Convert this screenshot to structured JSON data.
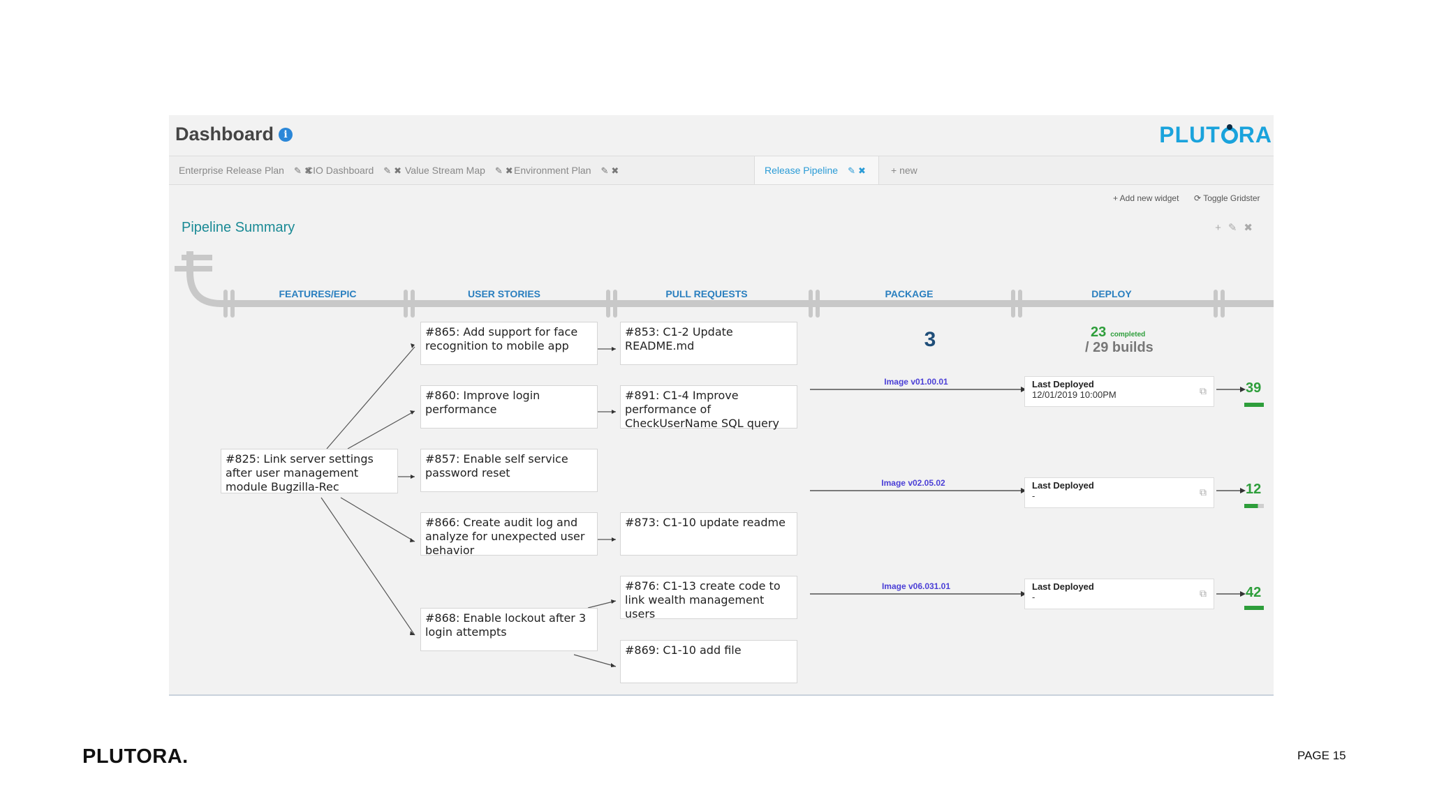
{
  "header": {
    "title": "Dashboard",
    "info_icon": "info-icon",
    "logo": "PLUTORA"
  },
  "tabs": [
    {
      "label": "Enterprise Release Plan",
      "active": false
    },
    {
      "label": "CIO Dashboard",
      "active": false
    },
    {
      "label": "Value Stream Map",
      "active": false
    },
    {
      "label": "Environment Plan",
      "active": false
    },
    {
      "label": "Release Pipeline",
      "active": true
    },
    {
      "label": "+ new",
      "active": false
    }
  ],
  "toolbar": {
    "add_widget": "+ Add new widget",
    "toggle_gridster": "Toggle Gridster"
  },
  "widget": {
    "title": "Pipeline Summary",
    "stages": [
      "FEATURES/EPIC",
      "USER STORIES",
      "PULL REQUESTS",
      "PACKAGE",
      "DEPLOY"
    ],
    "feature": "#825: Link server settings after user management module Bugzilla-Rec",
    "stories": [
      "#865: Add support for face recognition to mobile app",
      "#860: Improve login performance",
      "#857: Enable self service password reset",
      "#866: Create audit log and analyze for unexpected user behavior",
      "#868: Enable lockout after 3 login attempts"
    ],
    "pull_requests": [
      "#853: C1-2 Update README.md",
      "#891: C1-4 Improve performance of CheckUserName SQL query",
      "#873: C1-10 update readme",
      "#876: C1-13 create code to link wealth management users",
      "#869: C1-10 add file"
    ],
    "package_count": "3",
    "builds": {
      "completed": "23",
      "completed_label": "completed",
      "total": "/ 29 builds"
    },
    "images": [
      "Image v01.00.01",
      "Image v02.05.02",
      "Image v06.031.01"
    ],
    "deployments": [
      {
        "label": "Last Deployed",
        "value": "12/01/2019 10:00PM",
        "env": "39"
      },
      {
        "label": "Last Deployed",
        "value": "-",
        "env": "12"
      },
      {
        "label": "Last Deployed",
        "value": "-",
        "env": "42"
      }
    ],
    "colors": {
      "accent": "#2a9bd6",
      "success": "#2e9e3b",
      "image": "#4b3fd6",
      "title": "#1a8a95"
    }
  },
  "footer": {
    "logo": "PLUTORA.",
    "page": "PAGE 15"
  }
}
